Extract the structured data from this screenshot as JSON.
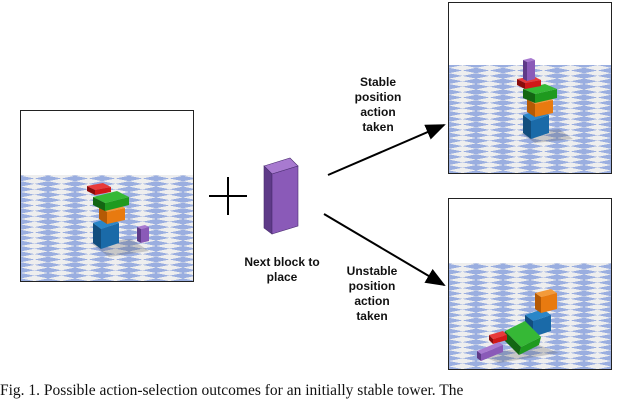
{
  "labels": {
    "stable": "Stable\nposition\naction\ntaken",
    "next_block": "Next block to\nplace",
    "unstable": "Unstable\nposition\naction\ntaken"
  },
  "caption": "Fig. 1.   Possible action-selection outcomes for an initially stable tower. The",
  "colors": {
    "floor_a": "#9aaee0",
    "floor_b": "#eeeeee",
    "sky": "#ffffff",
    "red": "#d01818",
    "green": "#1f9a1f",
    "orange": "#e87a10",
    "blue": "#1a6aa8",
    "purple": "#8a5ab8"
  },
  "icons": [
    "plus-icon",
    "arrow-icon"
  ]
}
